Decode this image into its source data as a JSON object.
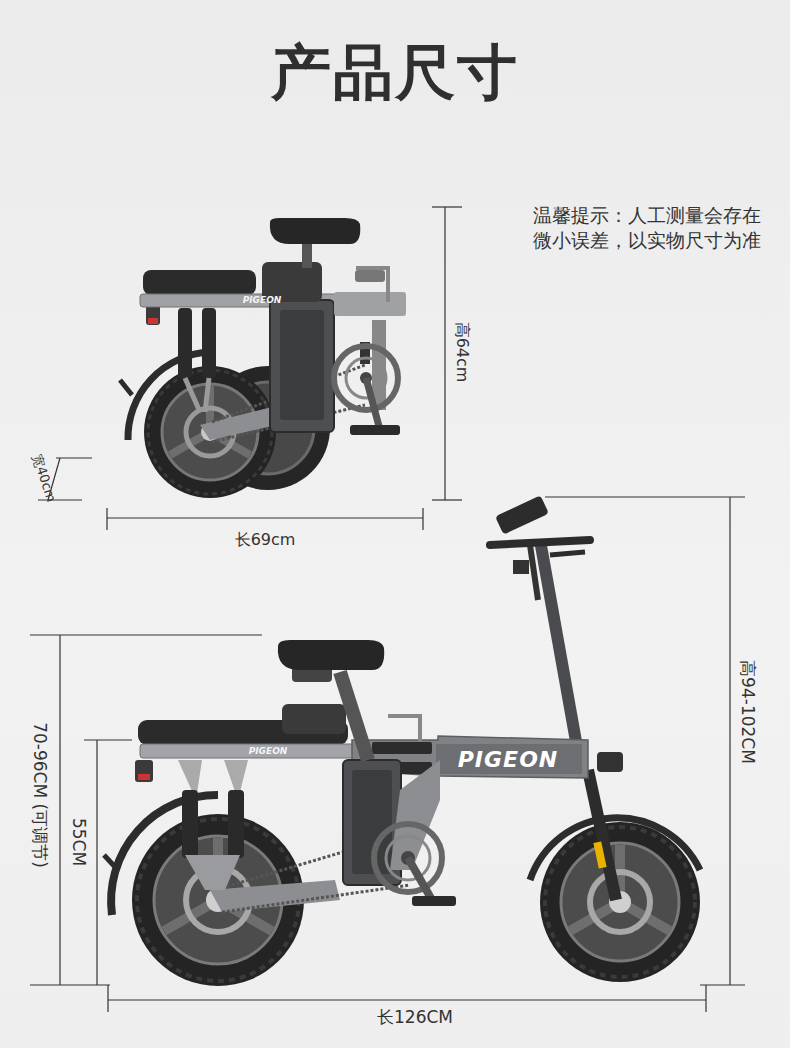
{
  "diagram": {
    "title": "产品尺寸",
    "labels": [
      "温馨提示：人工测量会存在 微小误差，以实物尺寸为准",
      "PIGEON",
      "高64cm",
      "宽40cm",
      "长69cm",
      "PIGEON",
      "PIGEON",
      "70-96CM (可调节)",
      "55CM",
      "高94-102CM",
      "长126CM"
    ]
  }
}
